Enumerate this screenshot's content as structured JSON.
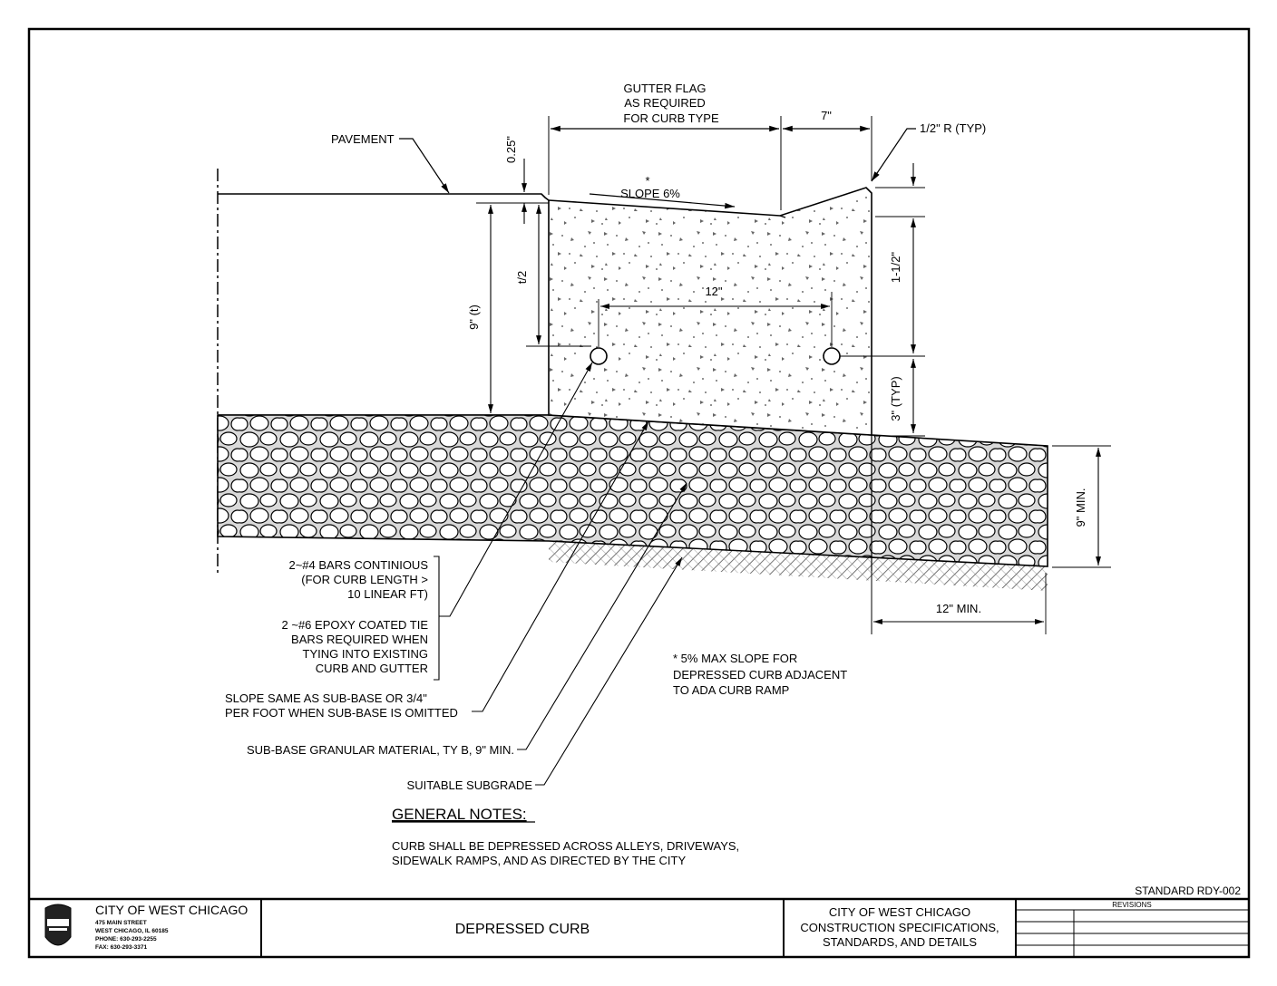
{
  "drawing": {
    "gutter_flag": [
      "GUTTER FLAG",
      "AS REQUIRED",
      "FOR CURB TYPE"
    ],
    "dim_7in": "7\"",
    "radius_label": "1/2\" R (TYP)",
    "pavement_label": "PAVEMENT",
    "dim_025": "0.25\"",
    "slope_star": "*",
    "slope_label": "SLOPE 6%",
    "dim_t2": "t/2",
    "dim_9t": "9\" (t)",
    "dim_1_5": "1-1/2\"",
    "dim_12in": "12\"",
    "dim_3typ": "3\" (TYP)",
    "dim_9min": "9\" MIN.",
    "dim_12min": "12\" MIN.",
    "callout_bars": [
      "2~#4  BARS CONTINIOUS",
      "(FOR CURB LENGTH  >",
      "10 LINEAR FT)"
    ],
    "callout_tie": [
      "2 ~#6 EPOXY COATED TIE",
      "BARS REQUIRED WHEN",
      "TYING INTO EXISTING",
      "CURB AND GUTTER"
    ],
    "callout_slope": [
      "SLOPE SAME AS SUB-BASE OR 3/4\"",
      "PER FOOT WHEN SUB-BASE IS OMITTED"
    ],
    "callout_subbase": "SUB-BASE GRANULAR MATERIAL, TY B, 9\" MIN.",
    "callout_subgrade": "SUITABLE SUBGRADE",
    "footnote": [
      "* 5% MAX SLOPE FOR",
      "DEPRESSED CURB ADJACENT",
      "TO ADA CURB RAMP"
    ]
  },
  "notes": {
    "heading": "GENERAL NOTES:",
    "lines": [
      "CURB SHALL BE DEPRESSED ACROSS ALLEYS, DRIVEWAYS,",
      "SIDEWALK RAMPS, AND AS DIRECTED BY THE CITY"
    ]
  },
  "standard_no": "STANDARD RDY-002",
  "title_block": {
    "city": "CITY OF WEST CHICAGO",
    "address": [
      "475 MAIN STREET",
      "WEST CHICAGO, IL 60185",
      "PHONE: 630-293-2255",
      "FAX: 630-293-3371"
    ],
    "drawing_title": "DEPRESSED CURB",
    "spec": [
      "CITY OF WEST CHICAGO",
      "CONSTRUCTION SPECIFICATIONS,",
      "STANDARDS, AND DETAILS"
    ],
    "revisions_label": "REVISIONS"
  }
}
